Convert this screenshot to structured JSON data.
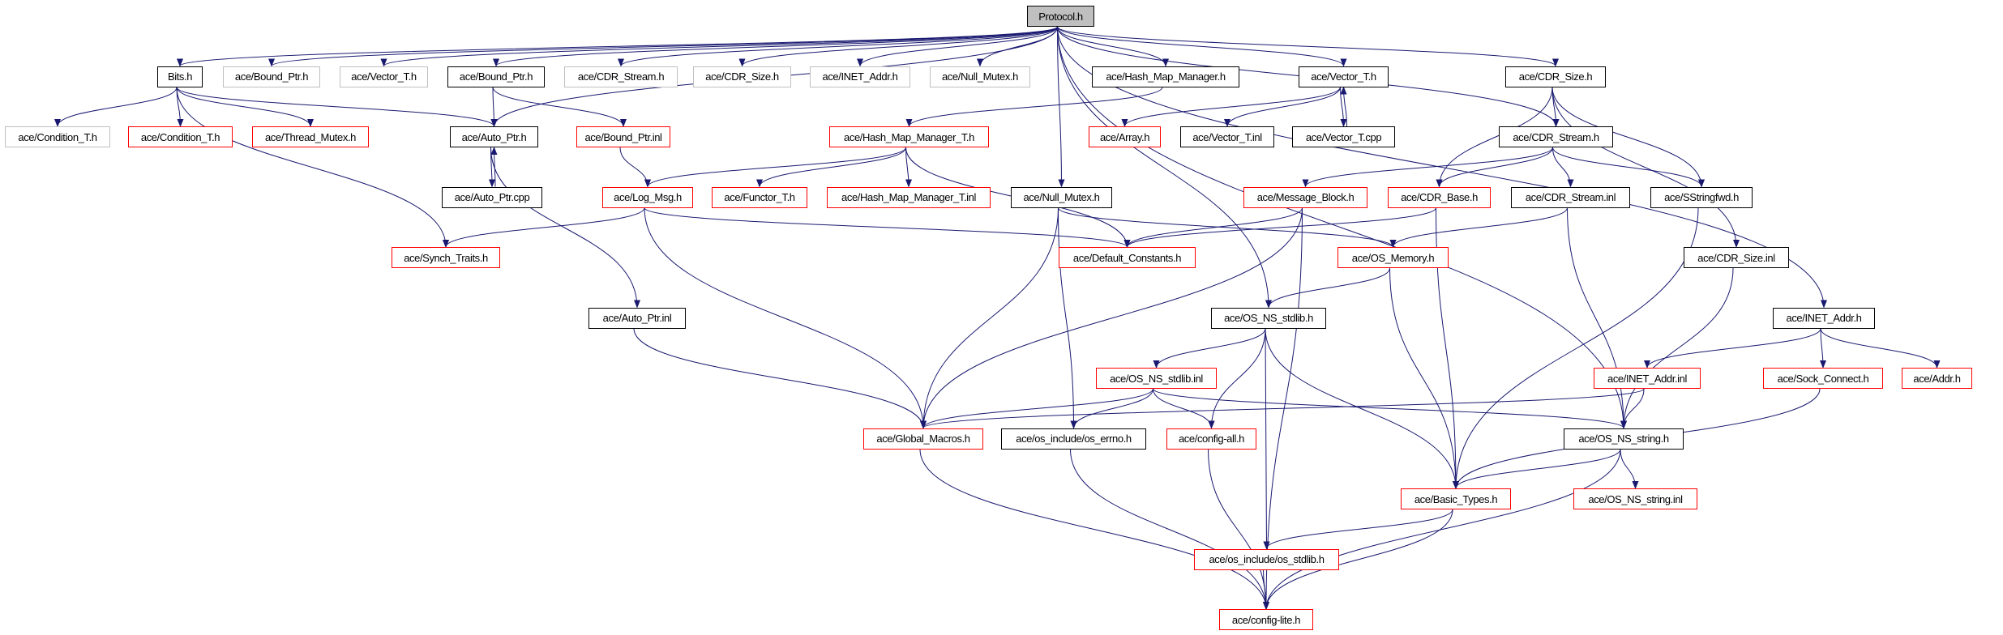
{
  "graph": {
    "colors": {
      "edge": "#191970",
      "root_fill": "#bfbfbf",
      "root_border": "#000000",
      "documented_border": "#000000",
      "undocumented_border": "#ff0000",
      "external_border": "#bfbfbf"
    },
    "nodes": [
      {
        "id": "protocol",
        "label": "Protocol.h",
        "kind": "root"
      },
      {
        "id": "bits",
        "label": "Bits.h",
        "kind": "documented"
      },
      {
        "id": "bp_gray",
        "label": "ace/Bound_Ptr.h",
        "kind": "external"
      },
      {
        "id": "vt_gray",
        "label": "ace/Vector_T.h",
        "kind": "external"
      },
      {
        "id": "bp",
        "label": "ace/Bound_Ptr.h",
        "kind": "documented"
      },
      {
        "id": "cdrs_gray",
        "label": "ace/CDR_Stream.h",
        "kind": "external"
      },
      {
        "id": "cdrsz_gray",
        "label": "ace/CDR_Size.h",
        "kind": "external"
      },
      {
        "id": "inet_gray",
        "label": "ace/INET_Addr.h",
        "kind": "external"
      },
      {
        "id": "nm_gray",
        "label": "ace/Null_Mutex.h",
        "kind": "external"
      },
      {
        "id": "hmm",
        "label": "ace/Hash_Map_Manager.h",
        "kind": "documented"
      },
      {
        "id": "vt",
        "label": "ace/Vector_T.h",
        "kind": "documented"
      },
      {
        "id": "cdrsz",
        "label": "ace/CDR_Size.h",
        "kind": "documented"
      },
      {
        "id": "cond_gray",
        "label": "ace/Condition_T.h",
        "kind": "external"
      },
      {
        "id": "cond",
        "label": "ace/Condition_T.h",
        "kind": "undocumented"
      },
      {
        "id": "thr",
        "label": "ace/Thread_Mutex.h",
        "kind": "undocumented"
      },
      {
        "id": "ap",
        "label": "ace/Auto_Ptr.h",
        "kind": "documented"
      },
      {
        "id": "bpinl",
        "label": "ace/Bound_Ptr.inl",
        "kind": "undocumented"
      },
      {
        "id": "hmmt",
        "label": "ace/Hash_Map_Manager_T.h",
        "kind": "undocumented"
      },
      {
        "id": "array",
        "label": "ace/Array.h",
        "kind": "undocumented"
      },
      {
        "id": "vtinl",
        "label": "ace/Vector_T.inl",
        "kind": "documented"
      },
      {
        "id": "vtcpp",
        "label": "ace/Vector_T.cpp",
        "kind": "documented"
      },
      {
        "id": "cdrs",
        "label": "ace/CDR_Stream.h",
        "kind": "documented"
      },
      {
        "id": "apcpp",
        "label": "ace/Auto_Ptr.cpp",
        "kind": "documented"
      },
      {
        "id": "logmsg",
        "label": "ace/Log_Msg.h",
        "kind": "undocumented"
      },
      {
        "id": "functor",
        "label": "ace/Functor_T.h",
        "kind": "undocumented"
      },
      {
        "id": "hmmtinl",
        "label": "ace/Hash_Map_Manager_T.inl",
        "kind": "undocumented"
      },
      {
        "id": "nm",
        "label": "ace/Null_Mutex.h",
        "kind": "documented"
      },
      {
        "id": "mb",
        "label": "ace/Message_Block.h",
        "kind": "undocumented"
      },
      {
        "id": "cdrbase",
        "label": "ace/CDR_Base.h",
        "kind": "undocumented"
      },
      {
        "id": "cdrsinl",
        "label": "ace/CDR_Stream.inl",
        "kind": "documented"
      },
      {
        "id": "sstr",
        "label": "ace/SStringfwd.h",
        "kind": "documented"
      },
      {
        "id": "synch",
        "label": "ace/Synch_Traits.h",
        "kind": "undocumented"
      },
      {
        "id": "defc",
        "label": "ace/Default_Constants.h",
        "kind": "undocumented"
      },
      {
        "id": "osmem",
        "label": "ace/OS_Memory.h",
        "kind": "undocumented"
      },
      {
        "id": "cdrszinl",
        "label": "ace/CDR_Size.inl",
        "kind": "documented"
      },
      {
        "id": "apinl",
        "label": "ace/Auto_Ptr.inl",
        "kind": "documented"
      },
      {
        "id": "osstdlib",
        "label": "ace/OS_NS_stdlib.h",
        "kind": "documented"
      },
      {
        "id": "inet",
        "label": "ace/INET_Addr.h",
        "kind": "documented"
      },
      {
        "id": "osstdlibinl",
        "label": "ace/OS_NS_stdlib.inl",
        "kind": "undocumented"
      },
      {
        "id": "inetinl",
        "label": "ace/INET_Addr.inl",
        "kind": "undocumented"
      },
      {
        "id": "sock",
        "label": "ace/Sock_Connect.h",
        "kind": "undocumented"
      },
      {
        "id": "addr",
        "label": "ace/Addr.h",
        "kind": "undocumented"
      },
      {
        "id": "gm",
        "label": "ace/Global_Macros.h",
        "kind": "undocumented"
      },
      {
        "id": "errno",
        "label": "ace/os_include/os_errno.h",
        "kind": "documented"
      },
      {
        "id": "cfgall",
        "label": "ace/config-all.h",
        "kind": "undocumented"
      },
      {
        "id": "osstr",
        "label": "ace/OS_NS_string.h",
        "kind": "documented"
      },
      {
        "id": "basic",
        "label": "ace/Basic_Types.h",
        "kind": "undocumented"
      },
      {
        "id": "osstrinl",
        "label": "ace/OS_NS_string.inl",
        "kind": "undocumented"
      },
      {
        "id": "osinclstdlib",
        "label": "ace/os_include/os_stdlib.h",
        "kind": "undocumented"
      },
      {
        "id": "cfglite",
        "label": "ace/config-lite.h",
        "kind": "undocumented"
      }
    ],
    "edges": [
      [
        "protocol",
        "bits"
      ],
      [
        "protocol",
        "bp_gray"
      ],
      [
        "protocol",
        "vt_gray"
      ],
      [
        "protocol",
        "bp"
      ],
      [
        "protocol",
        "cdrs_gray"
      ],
      [
        "protocol",
        "cdrsz_gray"
      ],
      [
        "protocol",
        "inet_gray"
      ],
      [
        "protocol",
        "nm_gray"
      ],
      [
        "protocol",
        "hmm"
      ],
      [
        "protocol",
        "vt"
      ],
      [
        "protocol",
        "cdrsz"
      ],
      [
        "protocol",
        "ap"
      ],
      [
        "protocol",
        "nm"
      ],
      [
        "protocol",
        "cdrs"
      ],
      [
        "protocol",
        "inet"
      ],
      [
        "protocol",
        "osstr"
      ],
      [
        "protocol",
        "osstdlib"
      ],
      [
        "bits",
        "cond_gray"
      ],
      [
        "bits",
        "cond"
      ],
      [
        "bits",
        "thr"
      ],
      [
        "bits",
        "ap"
      ],
      [
        "bits",
        "synch"
      ],
      [
        "bp",
        "ap"
      ],
      [
        "bp",
        "bpinl"
      ],
      [
        "ap",
        "apcpp"
      ],
      [
        "apcpp",
        "ap"
      ],
      [
        "ap",
        "apinl"
      ],
      [
        "bpinl",
        "logmsg"
      ],
      [
        "logmsg",
        "synch"
      ],
      [
        "logmsg",
        "defc"
      ],
      [
        "logmsg",
        "gm"
      ],
      [
        "hmm",
        "hmmt"
      ],
      [
        "hmmt",
        "logmsg"
      ],
      [
        "hmmt",
        "functor"
      ],
      [
        "hmmt",
        "hmmtinl"
      ],
      [
        "hmmt",
        "defc"
      ],
      [
        "vt",
        "array"
      ],
      [
        "vt",
        "vtinl"
      ],
      [
        "vt",
        "vtcpp"
      ],
      [
        "vtcpp",
        "vt"
      ],
      [
        "nm",
        "gm"
      ],
      [
        "nm",
        "errno"
      ],
      [
        "nm",
        "osmem"
      ],
      [
        "apinl",
        "gm"
      ],
      [
        "cdrsz",
        "cdrs"
      ],
      [
        "cdrsz",
        "cdrbase"
      ],
      [
        "cdrsz",
        "sstr"
      ],
      [
        "cdrsz",
        "cdrszinl"
      ],
      [
        "cdrs",
        "mb"
      ],
      [
        "cdrs",
        "cdrbase"
      ],
      [
        "cdrs",
        "cdrsinl"
      ],
      [
        "cdrs",
        "sstr"
      ],
      [
        "mb",
        "defc"
      ],
      [
        "mb",
        "gm"
      ],
      [
        "mb",
        "cfglite"
      ],
      [
        "cdrbase",
        "defc"
      ],
      [
        "cdrbase",
        "basic"
      ],
      [
        "cdrsinl",
        "osmem"
      ],
      [
        "cdrsinl",
        "osstr"
      ],
      [
        "sstr",
        "basic"
      ],
      [
        "cdrszinl",
        "osstr"
      ],
      [
        "osmem",
        "osstdlib"
      ],
      [
        "osmem",
        "basic"
      ],
      [
        "osstdlib",
        "osstdlibinl"
      ],
      [
        "osstdlib",
        "cfgall"
      ],
      [
        "osstdlib",
        "osinclstdlib"
      ],
      [
        "osstdlib",
        "basic"
      ],
      [
        "osstdlibinl",
        "gm"
      ],
      [
        "osstdlibinl",
        "errno"
      ],
      [
        "osstdlibinl",
        "cfgall"
      ],
      [
        "osstdlibinl",
        "osstr"
      ],
      [
        "inet",
        "inetinl"
      ],
      [
        "inet",
        "sock"
      ],
      [
        "inet",
        "addr"
      ],
      [
        "inetinl",
        "gm"
      ],
      [
        "inetinl",
        "osstr"
      ],
      [
        "sock",
        "basic"
      ],
      [
        "osstr",
        "basic"
      ],
      [
        "osstr",
        "osstrinl"
      ],
      [
        "osstr",
        "cfglite"
      ],
      [
        "gm",
        "cfglite"
      ],
      [
        "errno",
        "cfglite"
      ],
      [
        "cfgall",
        "cfglite"
      ],
      [
        "osinclstdlib",
        "cfglite"
      ],
      [
        "basic",
        "osinclstdlib"
      ],
      [
        "basic",
        "cfglite"
      ]
    ]
  }
}
